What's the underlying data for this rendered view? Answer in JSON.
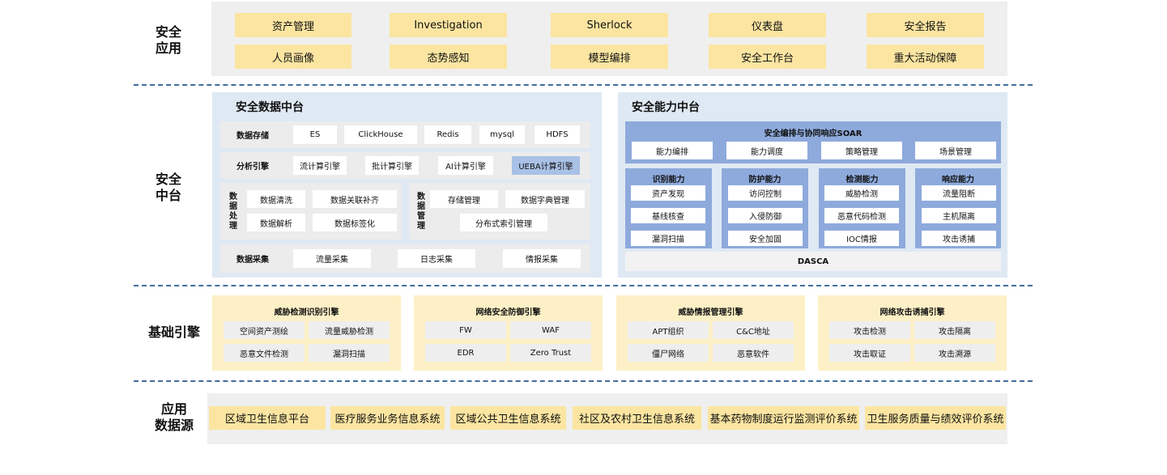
{
  "layers": {
    "apps_label": "安全\n应用",
    "middle_label": "安全\n中台",
    "engine_label": "基础引擎",
    "source_label": "应用\n数据源"
  },
  "apps": {
    "row1": [
      "资产管理",
      "Investigation",
      "Sherlock",
      "仪表盘",
      "安全报告"
    ],
    "row2": [
      "人员画像",
      "态势感知",
      "模型编排",
      "安全工作台",
      "重大活动保障"
    ]
  },
  "data_platform": {
    "title": "安全数据中台",
    "storage": {
      "label": "数据存储",
      "items": [
        "ES",
        "ClickHouse",
        "Redis",
        "mysql",
        "HDFS"
      ]
    },
    "analysis": {
      "label": "分析引擎",
      "items": [
        "流计算引擎",
        "批计算引擎",
        "AI计算引擎",
        "UEBA计算引擎"
      ]
    },
    "processing": {
      "label": "数据\n处理",
      "items": [
        "数据清洗",
        "数据关联补齐",
        "数据解析",
        "数据标签化"
      ]
    },
    "management": {
      "label": "数据\n管理",
      "items": [
        "存储管理",
        "数据字典管理",
        "分布式索引管理"
      ]
    },
    "collection": {
      "label": "数据采集",
      "items": [
        "流量采集",
        "日志采集",
        "情报采集"
      ]
    }
  },
  "capability_platform": {
    "title": "安全能力中台",
    "soar": {
      "title": "安全编排与协同响应SOAR",
      "items": [
        "能力编排",
        "能力调度",
        "策略管理",
        "场景管理"
      ]
    },
    "groups": [
      {
        "title": "识别能力",
        "items": [
          "资产发现",
          "基线核查",
          "漏洞扫描"
        ]
      },
      {
        "title": "防护能力",
        "items": [
          "访问控制",
          "入侵防御",
          "安全加固"
        ]
      },
      {
        "title": "检测能力",
        "items": [
          "威胁检测",
          "恶意代码检测",
          "IOC情报"
        ]
      },
      {
        "title": "响应能力",
        "items": [
          "流量阻断",
          "主机隔离",
          "攻击诱捕"
        ]
      }
    ],
    "dasca": "DASCA"
  },
  "engines": [
    {
      "title": "威胁检测识别引擎",
      "items": [
        "空间资产测绘",
        "流量威胁检测",
        "恶意文件检测",
        "漏洞扫描"
      ]
    },
    {
      "title": "网络安全防御引擎",
      "items": [
        "FW",
        "WAF",
        "EDR",
        "Zero Trust"
      ]
    },
    {
      "title": "威胁情报管理引擎",
      "items": [
        "APT组织",
        "C&C地址",
        "僵尸网络",
        "恶意软件"
      ]
    },
    {
      "title": "网络攻击诱捕引擎",
      "items": [
        "攻击检测",
        "攻击隔离",
        "攻击取证",
        "攻击溯源"
      ]
    }
  ],
  "sources": [
    "区域卫生信息平台",
    "医疗服务业务信息系统",
    "区域公共卫生信息系统",
    "社区及农村卫生信息系统",
    "基本药物制度运行监测评价系统",
    "卫生服务质量与绩效评价系统"
  ],
  "colors": {
    "yellow_cell": "#fbe5a1",
    "engine_panel": "#fdf0c6",
    "blue_panel": "#dfe9f4",
    "blue_header": "#8eaadc",
    "dashed_line": "#3f6f9f"
  }
}
